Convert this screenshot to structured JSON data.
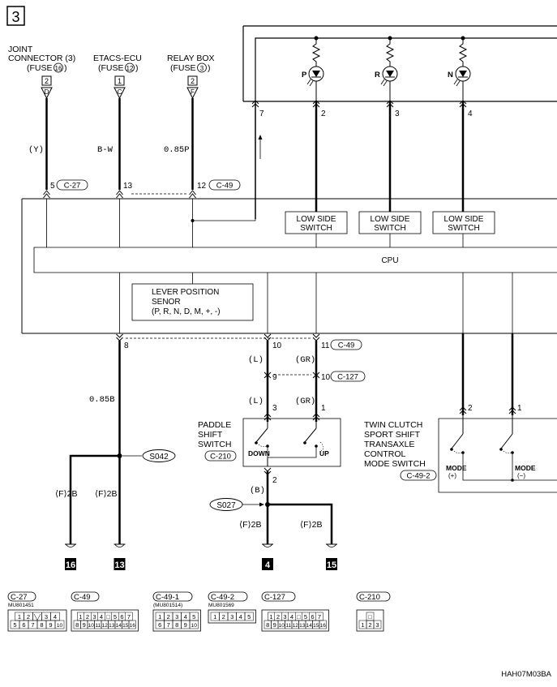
{
  "page_number": "3",
  "sources": [
    {
      "name_line1": "JOINT",
      "name_line2": "CONNECTOR (3)",
      "fuse_prefix": "(FUSE",
      "fuse_num": "16",
      "pin": "2",
      "tri_letter": "D"
    },
    {
      "name_line1": "ETACS-ECU",
      "name_line2": "",
      "fuse_prefix": "(FUSE",
      "fuse_num": "12",
      "pin": "1",
      "tri_letter": "C"
    },
    {
      "name_line1": "RELAY BOX",
      "name_line2": "",
      "fuse_prefix": "(FUSE",
      "fuse_num": "3",
      "pin": "2",
      "tri_letter": "F"
    }
  ],
  "wire_colors": {
    "w1": "(Y)",
    "w2": "B-W",
    "w3": "0.85P",
    "w10": "(L)",
    "w11": "(GR)",
    "w9": "(L)",
    "w10b": "(GR)",
    "w8": "0.85B",
    "gnd_b": "(B)"
  },
  "pins": {
    "top": [
      "5",
      "13",
      "12"
    ],
    "top_c27": "C-27",
    "top_c49": "C-49",
    "indicators_top": [
      "7",
      "2",
      "3",
      "4"
    ],
    "mid": [
      "8",
      "10",
      "11"
    ],
    "mid_c49": "C-49",
    "c127": [
      "9",
      "10"
    ],
    "c127_label": "C-127",
    "paddle": [
      "3",
      "1"
    ],
    "paddle_gnd": "2",
    "mode": [
      "2",
      "1"
    ]
  },
  "lamps": [
    "P",
    "R",
    "N"
  ],
  "low_side_switch": [
    "LOW SIDE",
    "SWITCH"
  ],
  "cpu": "CPU",
  "lever_sensor": [
    "LEVER POSITION",
    "SENOR",
    "(P, R, N, D, M, +, -)"
  ],
  "paddle_switch": {
    "lines": [
      "PADDLE",
      "SHIFT",
      "SWITCH"
    ],
    "connector": "C-210",
    "down": "DOWN",
    "up": "UP"
  },
  "mode_switch": {
    "lines": [
      "TWIN CLUTCH",
      "SPORT SHIFT",
      "TRANSAXLE",
      "CONTROL",
      "MODE SWITCH"
    ],
    "connector": "C-49-2",
    "mode_plus": "MODE",
    "plus": "(+)",
    "mode_minus": "MODE",
    "minus": "(−)"
  },
  "splices": [
    "S042",
    "S027"
  ],
  "ground_wires": {
    "g16": "⟨F⟩2B",
    "g13": "⟨F⟩2B",
    "g4": "⟨F⟩2B",
    "g15": "⟨F⟩2B"
  },
  "grounds": [
    "16",
    "13",
    "4",
    "15"
  ],
  "connectors": [
    {
      "label": "C-27",
      "part": "MU801451",
      "rows": [
        [
          "1",
          "2",
          "╲╱",
          "3",
          "4"
        ],
        [
          "5",
          "6",
          "7",
          "8",
          "9",
          "10"
        ]
      ]
    },
    {
      "label": "C-49",
      "part": "",
      "rows": [
        [
          "1",
          "2",
          "3",
          "4",
          "□",
          "5",
          "6",
          "7"
        ],
        [
          "8",
          "9",
          "10",
          "11",
          "12",
          "13",
          "14",
          "15",
          "16"
        ]
      ]
    },
    {
      "label": "C-49-1",
      "part": "(MU801514)",
      "rows": [
        [
          "1",
          "2",
          "3",
          "4",
          "5"
        ],
        [
          "6",
          "7",
          "8",
          "9",
          "10"
        ]
      ]
    },
    {
      "label": "C-49-2",
      "part": "MU801569",
      "rows": [
        [
          "1",
          "2",
          "3",
          "4",
          "5"
        ]
      ]
    },
    {
      "label": "C-127",
      "part": "",
      "rows": [
        [
          "1",
          "2",
          "3",
          "4",
          "□",
          "5",
          "6",
          "7"
        ],
        [
          "8",
          "9",
          "10",
          "11",
          "12",
          "13",
          "14",
          "15",
          "16"
        ]
      ]
    },
    {
      "label": "C-210",
      "part": "",
      "rows": [
        [
          "□"
        ],
        [
          "1",
          "2",
          "3"
        ]
      ]
    }
  ],
  "figure_code": "HAH07M03BA"
}
